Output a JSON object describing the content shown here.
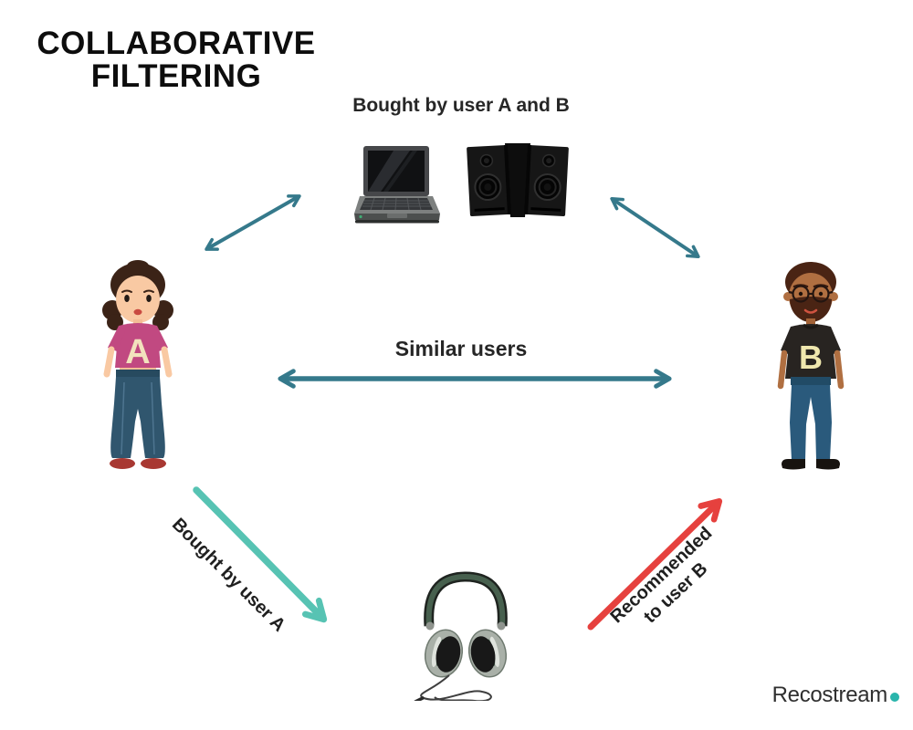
{
  "title": "COLLABORATIVE FILTERING",
  "labels": {
    "top": "Bought by user A and B",
    "middle": "Similar users",
    "bottom_left": "Bought by user A",
    "bottom_right": "Recommended to user B"
  },
  "users": {
    "a": {
      "shirt_letter": "A"
    },
    "b": {
      "shirt_letter": "B"
    }
  },
  "icons": {
    "top_products": [
      "laptop-icon",
      "speakers-icon"
    ],
    "bottom_product": "headphones-icon"
  },
  "colors": {
    "arrow_teal_dark": "#35798b",
    "arrow_teal_light": "#57c3b3",
    "arrow_red": "#e6413e",
    "brand_dot_teal": "#2ab5ac"
  },
  "brand": {
    "name": "Recostream"
  }
}
